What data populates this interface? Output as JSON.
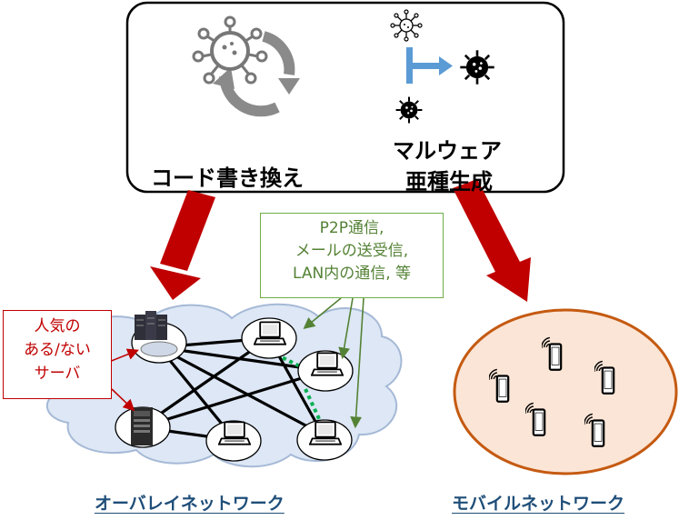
{
  "top_box": {
    "left_label": "コード書き換え",
    "right_label_line1": "マルウェア",
    "right_label_line2": "亜種生成"
  },
  "comm_note": {
    "line1": "P2P通信,",
    "line2": "メールの送受信,",
    "line3": "LAN内の通信, 等"
  },
  "server_note": {
    "line1": "人気の",
    "line2": "ある/ない",
    "line3": "サーバ"
  },
  "overlay_network_label": "オーバレイネットワーク",
  "mobile_network_label": "モバイルネットワーク",
  "colors": {
    "arrow_red": "#c00000",
    "cloud_fill": "#dde7f5",
    "cloud_stroke": "#a5b9d6",
    "mobile_fill": "#fbe5d6",
    "mobile_stroke": "#c55a11",
    "green": "#70ad47",
    "blue_arrow": "#5b9bd5"
  }
}
